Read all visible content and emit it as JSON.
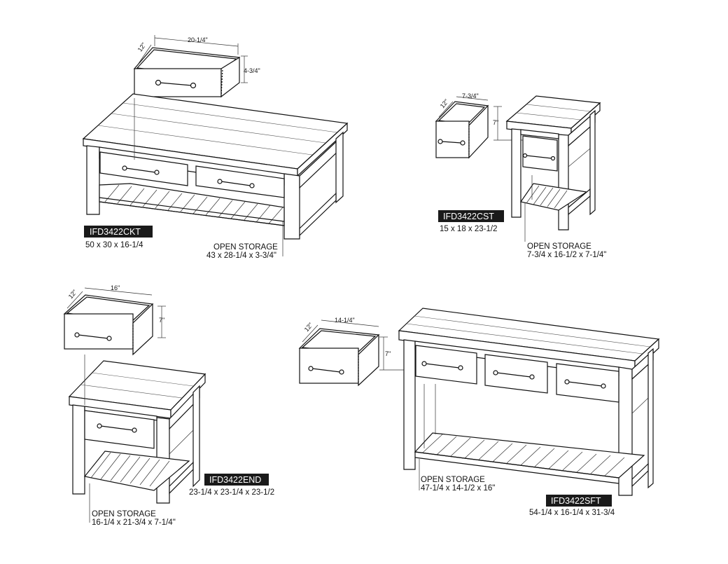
{
  "products": [
    {
      "code": "IFD3422CKT",
      "size": "50 x 30 x 16-1/4",
      "storage_label": "OPEN STORAGE",
      "storage_size": "43 x 28-1/4 x 3-3/4\"",
      "drawer": {
        "width": "20-1/4\"",
        "depth": "12\"",
        "height": "4-3/4\""
      }
    },
    {
      "code": "IFD3422CST",
      "size": "15 x 18 x 23-1/2",
      "storage_label": "OPEN STORAGE",
      "storage_size": "7-3/4 x 16-1/2 x 7-1/4\"",
      "drawer": {
        "width": "7-3/4\"",
        "depth": "12\"",
        "height": "7\""
      }
    },
    {
      "code": "IFD3422END",
      "size": "23-1/4 x 23-1/4 x 23-1/2",
      "storage_label": "OPEN STORAGE",
      "storage_size": "16-1/4 x 21-3/4 x 7-1/4\"",
      "drawer": {
        "width": "16\"",
        "depth": "12\"",
        "height": "7\""
      }
    },
    {
      "code": "IFD3422SFT",
      "size": "54-1/4 x 16-1/4 x 31-3/4",
      "storage_label": "OPEN STORAGE",
      "storage_size": "47-1/4 x 14-1/2 x 16\"",
      "drawer": {
        "width": "14-1/4\"",
        "depth": "12\"",
        "height": "7\""
      }
    }
  ]
}
